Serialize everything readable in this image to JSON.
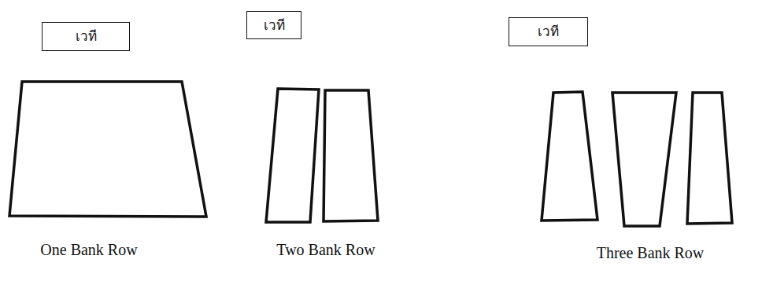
{
  "diagram": {
    "nodes": [
      {
        "text": [
          "เวที"
        ]
      },
      {
        "text": [
          "เวที"
        ]
      },
      {
        "text": [
          "เวที"
        ]
      }
    ],
    "labels": [
      "One Bank Row",
      "Two Bank Row",
      "Three Bank Row"
    ]
  }
}
